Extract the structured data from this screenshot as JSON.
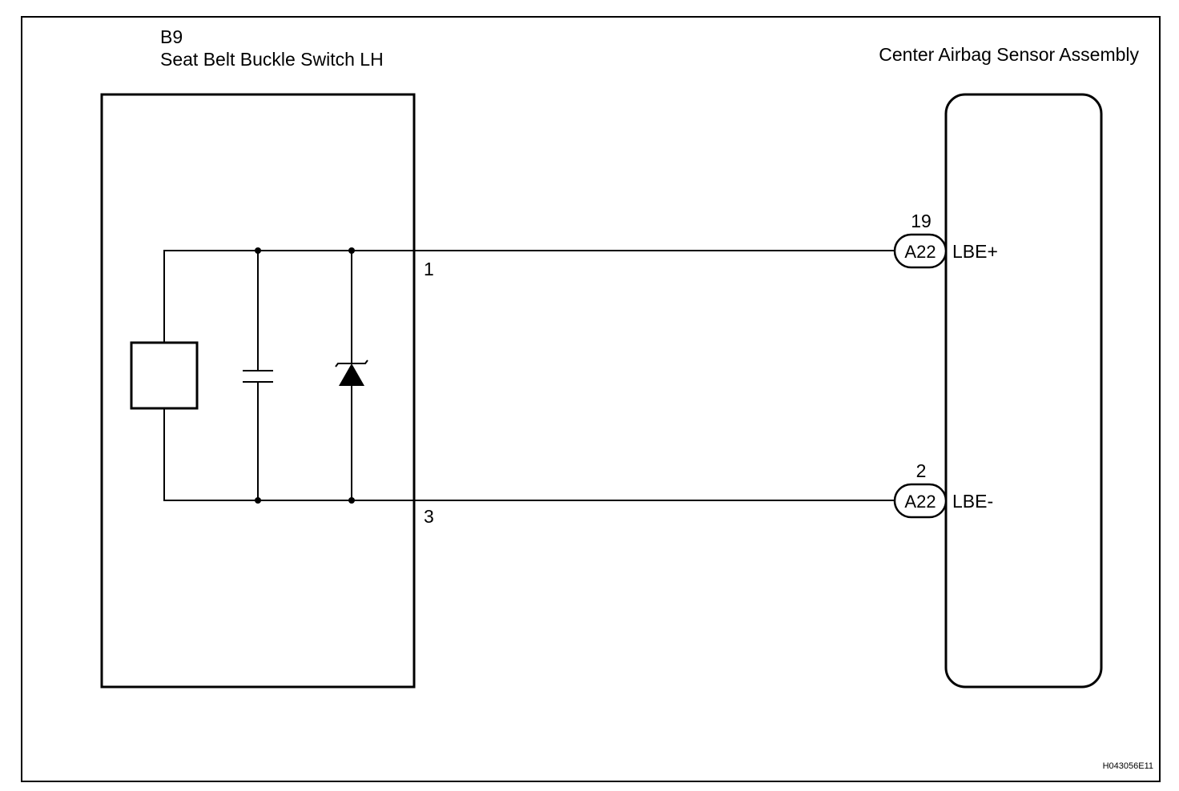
{
  "switch_component": {
    "code": "B9",
    "name": "Seat Belt Buckle Switch LH",
    "pins": [
      {
        "number": "1"
      },
      {
        "number": "3"
      }
    ]
  },
  "sensor_component": {
    "name": "Center Airbag Sensor Assembly",
    "terminals": [
      {
        "pin": "19",
        "connector": "A22",
        "signal": "LBE+"
      },
      {
        "pin": "2",
        "connector": "A22",
        "signal": "LBE-"
      }
    ]
  },
  "figure_id": "H043056E11",
  "colors": {
    "line": "#000000",
    "background": "#ffffff"
  }
}
